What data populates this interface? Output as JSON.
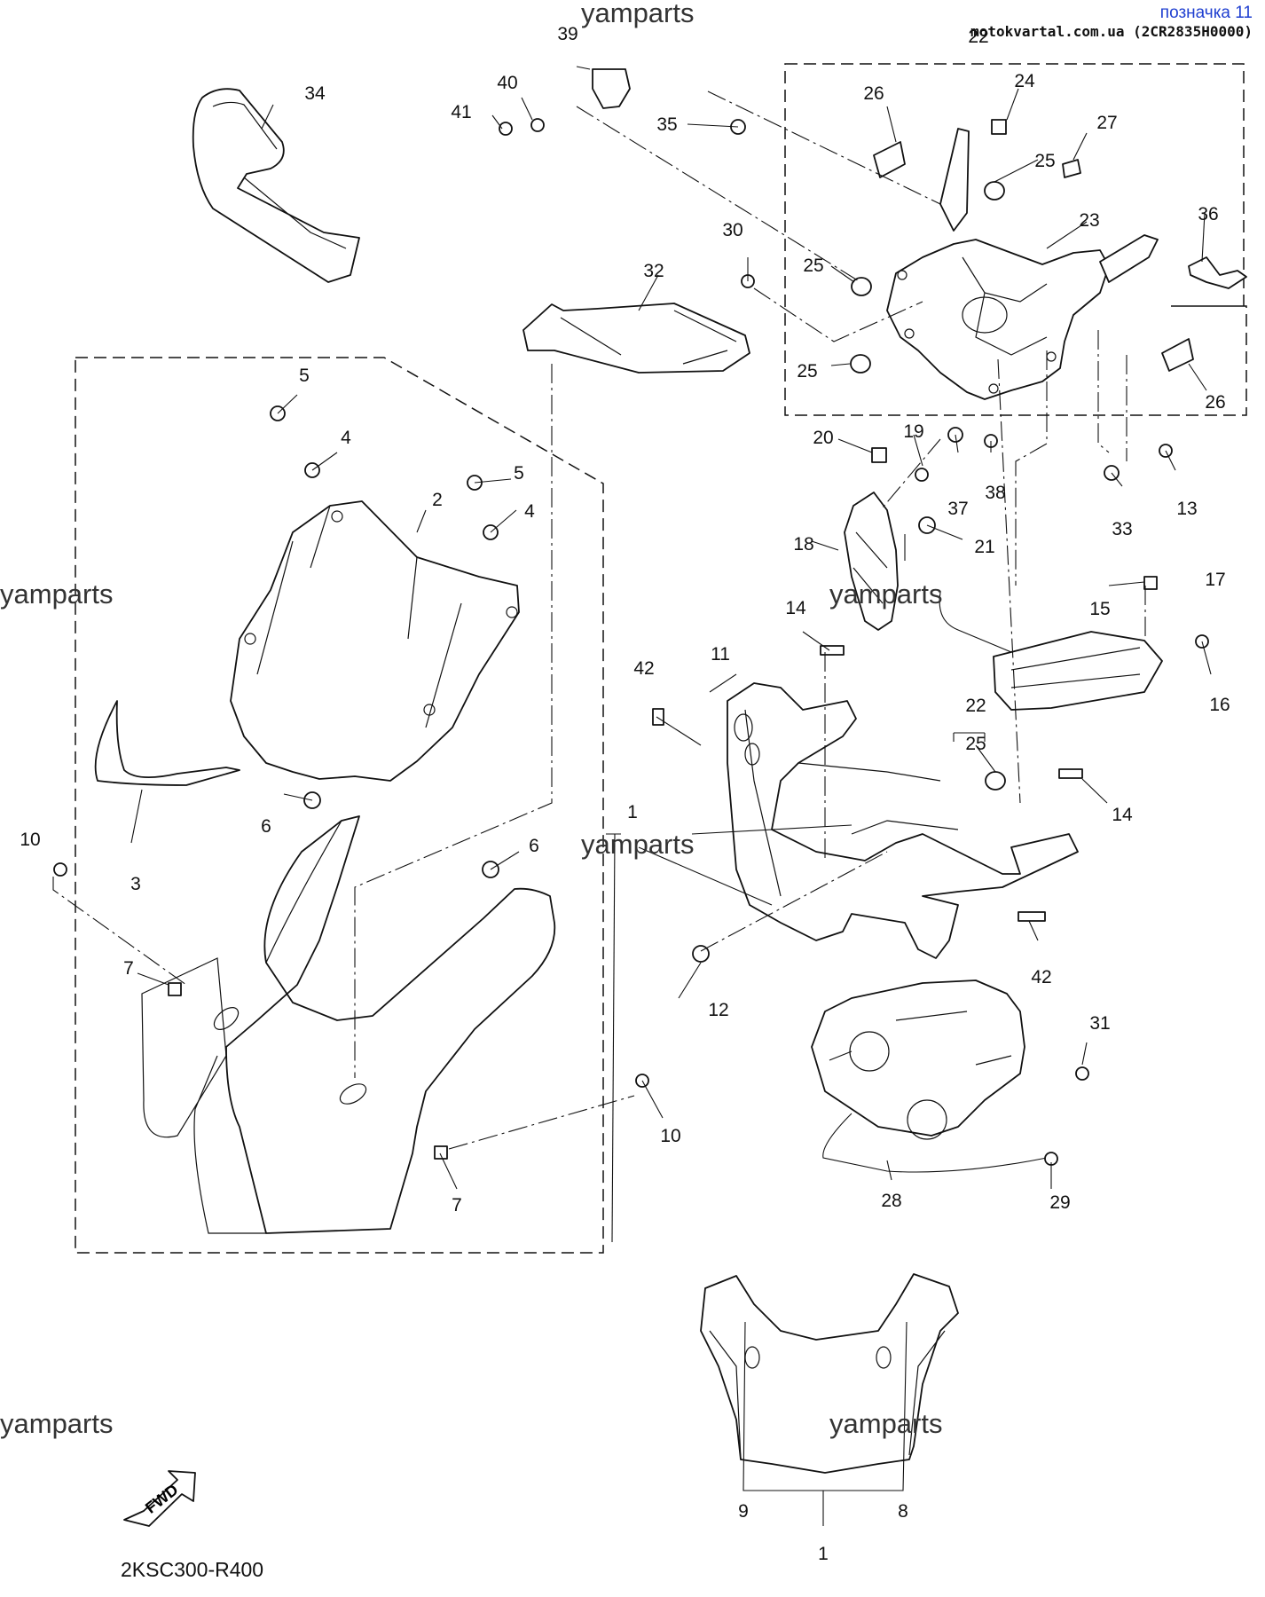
{
  "header": {
    "title": "позначка 11",
    "source": "motokvartal.com.ua (2CR2835H0000)"
  },
  "watermark": "yamparts",
  "diagram_code": "2KSC300-R400",
  "fwd_label": "FWD",
  "callouts": [
    "1",
    "2",
    "3",
    "4",
    "5",
    "6",
    "7",
    "8",
    "9",
    "10",
    "11",
    "12",
    "13",
    "14",
    "15",
    "16",
    "17",
    "18",
    "19",
    "20",
    "21",
    "22",
    "23",
    "24",
    "25",
    "26",
    "27",
    "28",
    "29",
    "30",
    "31",
    "32",
    "33",
    "34",
    "35",
    "36",
    "37",
    "38",
    "39",
    "40",
    "41",
    "42"
  ],
  "colors": {
    "line": "#111111",
    "header_title": "#1f3fd0",
    "background": "#ffffff"
  }
}
